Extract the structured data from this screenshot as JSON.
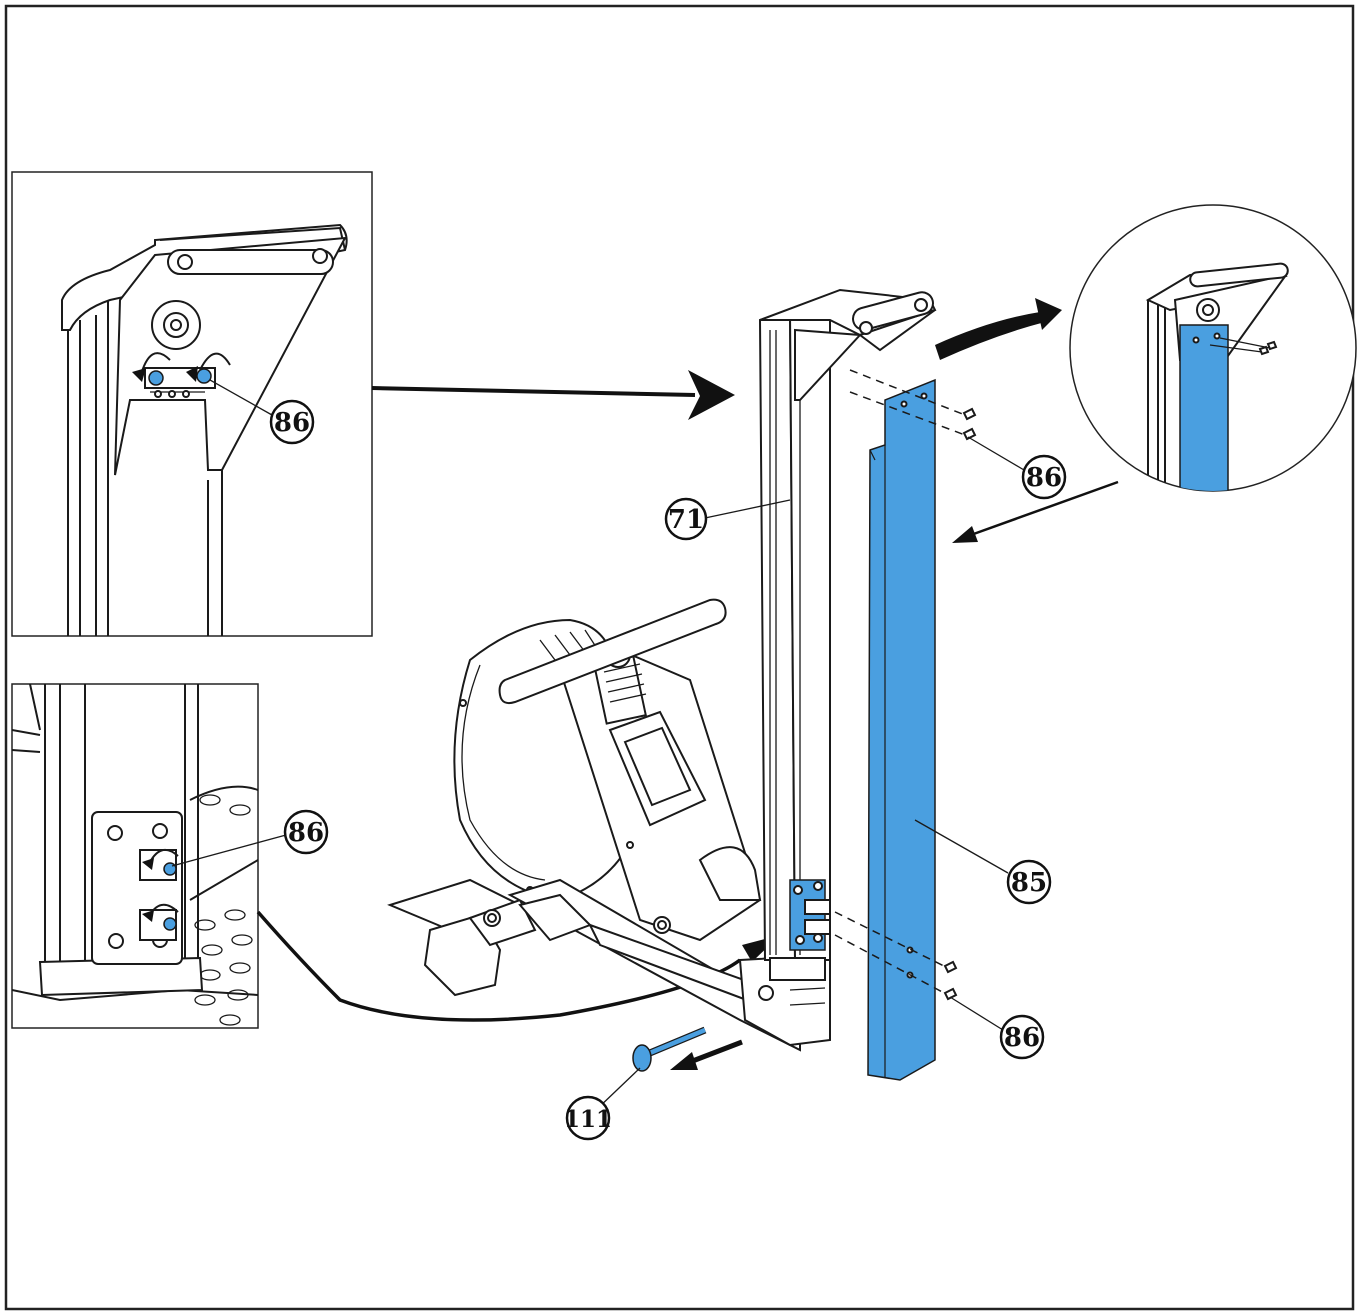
{
  "callouts": {
    "part_86_detail_top": "86",
    "part_86_main_top": "86",
    "part_71": "71",
    "part_86_detail_bottom": "86",
    "part_85": "85",
    "part_86_main_bottom": "86",
    "part_111": "111"
  },
  "colors": {
    "cover_blue": "#4a9fe0",
    "line": "#1a1a1a",
    "background": "#ffffff"
  }
}
